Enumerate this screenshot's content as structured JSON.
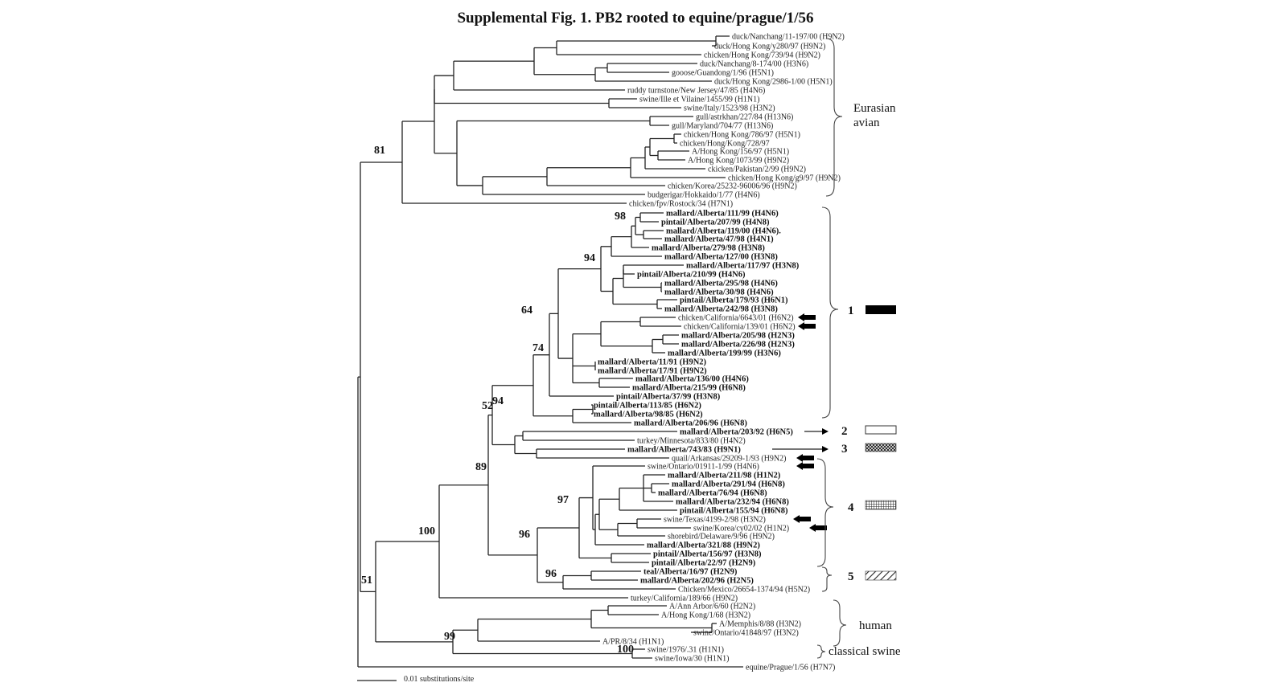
{
  "title": "Supplemental Fig. 1.  PB2 rooted to equine/prague/1/56",
  "scale_bar": {
    "label": "0.01 substitutions/site"
  },
  "leaves": [
    {
      "id": "L0",
      "label": "duck/Nanchang/11-197/00 (H9N2)",
      "bold": false
    },
    {
      "id": "L1",
      "label": "duck/Hong Kong/y280/97 (H9N2)",
      "bold": false
    },
    {
      "id": "L2",
      "label": "chicken/Hong Kong/739/94 (H9N2)",
      "bold": false
    },
    {
      "id": "L3",
      "label": "duck/Nanchang/8-174/00 (H3N6)",
      "bold": false
    },
    {
      "id": "L4",
      "label": "gooose/Guandong/1/96 (H5N1)",
      "bold": false
    },
    {
      "id": "L5",
      "label": "duck/Hong Kong/2986-1/00 (H5N1)",
      "bold": false
    },
    {
      "id": "L6",
      "label": "ruddy turnstone/New Jersey/47/85 (H4N6)",
      "bold": false
    },
    {
      "id": "L7",
      "label": "swine/Ille et Vilaine/1455/99 (H1N1)",
      "bold": false
    },
    {
      "id": "L8",
      "label": "swine/Italy/1523/98 (H3N2)",
      "bold": false
    },
    {
      "id": "L9",
      "label": "gull/astrkhan/227/84 (H13N6)",
      "bold": false
    },
    {
      "id": "L10",
      "label": "gull/Maryland/704/77 (H13N6)",
      "bold": false
    },
    {
      "id": "L11",
      "label": "chicken/Hong Kong/786/97 (H5N1)",
      "bold": false
    },
    {
      "id": "L12",
      "label": "chicken/Hong/Kong/728/97",
      "bold": false
    },
    {
      "id": "L13",
      "label": "A/Hong Kong/156/97 (H5N1)",
      "bold": false
    },
    {
      "id": "L14",
      "label": "A/Hong Kong/1073/99 (H9N2)",
      "bold": false
    },
    {
      "id": "L15",
      "label": "ckicken/Pakistan/2/99 (H9N2)",
      "bold": false
    },
    {
      "id": "L16",
      "label": "chicken/Hong Kong/g9/97 (H9N2)",
      "bold": false
    },
    {
      "id": "L17",
      "label": "chicken/Korea/25232-96006/96 (H9N2)",
      "bold": false
    },
    {
      "id": "L18",
      "label": "budgerigar/Hokkaido/1/77 (H4N6)",
      "bold": false
    },
    {
      "id": "L19",
      "label": "chicken/fpv/Rostock/34 (H7N1)",
      "bold": false
    },
    {
      "id": "L20",
      "label": "mallard/Alberta/111/99 (H4N6)",
      "bold": true
    },
    {
      "id": "L21",
      "label": "pintail/Alberta/207/99 (H4N8)",
      "bold": true
    },
    {
      "id": "L22",
      "label": "mallard/Alberta/119/00 (H4N6).",
      "bold": true
    },
    {
      "id": "L23",
      "label": "mallard/Alberta/47/98 (H4N1)",
      "bold": true
    },
    {
      "id": "L24",
      "label": "mallard/Alberta/279/98 (H3N8)",
      "bold": true
    },
    {
      "id": "L25",
      "label": "mallard/Alberta/127/00 (H3N8)",
      "bold": true
    },
    {
      "id": "L26",
      "label": "mallard/Alberta/117/97 (H3N8)",
      "bold": true
    },
    {
      "id": "L27",
      "label": "pintail/Alberta/210/99 (H4N6)",
      "bold": true
    },
    {
      "id": "L28",
      "label": "mallard/Alberta/295/98 (H4N6)",
      "bold": true
    },
    {
      "id": "L29",
      "label": "mallard/Alberta/30/98 (H4N6)",
      "bold": true
    },
    {
      "id": "L30",
      "label": "pintail/Alberta/179/93 (H6N1)",
      "bold": true
    },
    {
      "id": "L31",
      "label": "mallard/Alberta/242/98 (H3N8)",
      "bold": true
    },
    {
      "id": "L32",
      "label": "chicken/California/6643/01 (H6N2)",
      "bold": false
    },
    {
      "id": "L33",
      "label": "chicken/California/139/01 (H6N2)",
      "bold": false
    },
    {
      "id": "L34",
      "label": "mallard/Alberta/205/98 (H2N3)",
      "bold": true
    },
    {
      "id": "L35",
      "label": "mallard/Alberta/226/98 (H2N3)",
      "bold": true
    },
    {
      "id": "L36",
      "label": "mallard/Alberta/199/99 (H3N6)",
      "bold": true
    },
    {
      "id": "L37",
      "label": "mallard/Alberta/11/91 (H9N2)",
      "bold": true
    },
    {
      "id": "L38",
      "label": "mallard/Alberta/17/91 (H9N2)",
      "bold": true
    },
    {
      "id": "L39",
      "label": "mallard/Alberta/136/00 (H4N6)",
      "bold": true
    },
    {
      "id": "L40",
      "label": "mallard/Alberta/215/99 (H6N8)",
      "bold": true
    },
    {
      "id": "L41",
      "label": "pintail/Alberta/37/99 (H3N8)",
      "bold": true
    },
    {
      "id": "L42",
      "label": "pintail/Alberta/113/85 (H6N2)",
      "bold": true
    },
    {
      "id": "L43",
      "label": "mallard/Alberta/98/85 (H6N2)",
      "bold": true
    },
    {
      "id": "L44",
      "label": "mallard/Alberta/206/96 (H6N8)",
      "bold": true
    },
    {
      "id": "L45",
      "label": "mallard/Alberta/203/92 (H6N5)",
      "bold": true
    },
    {
      "id": "L46",
      "label": "turkey/Minnesota/833/80 (H4N2)",
      "bold": false
    },
    {
      "id": "L47",
      "label": "mallard/Alberta/743/83 (H9N1)",
      "bold": true
    },
    {
      "id": "L48",
      "label": "quail/Arkansas/29209-1/93 (H9N2)",
      "bold": false
    },
    {
      "id": "L49",
      "label": "swine/Ontario/01911-1/99 (H4N6)",
      "bold": false
    },
    {
      "id": "L50",
      "label": "mallard/Alberta/211/98 (H1N2)",
      "bold": true
    },
    {
      "id": "L51",
      "label": "mallard/Alberta/291/94 (H6N8)",
      "bold": true
    },
    {
      "id": "L52",
      "label": "mallard/Alberta/76/94 (H6N8)",
      "bold": true
    },
    {
      "id": "L53",
      "label": "mallard/Alberta/232/94 (H6N8)",
      "bold": true
    },
    {
      "id": "L54",
      "label": "pintail/Alberta/155/94 (H6N8)",
      "bold": true
    },
    {
      "id": "L55",
      "label": "swine/Texas/4199-2/98 (H3N2)",
      "bold": false
    },
    {
      "id": "L56",
      "label": "swine/Korea/cy02/02 (H1N2)",
      "bold": false
    },
    {
      "id": "L57",
      "label": "shorebird/Delaware/9/96 (H9N2)",
      "bold": false
    },
    {
      "id": "L58",
      "label": "mallard/Alberta/321/88 (H9N2)",
      "bold": true
    },
    {
      "id": "L59",
      "label": "pintail/Alberta/156/97 (H3N8)",
      "bold": true
    },
    {
      "id": "L60",
      "label": "pintail/Alberta/22/97 (H2N9)",
      "bold": true
    },
    {
      "id": "L61",
      "label": "teal/Alberta/16/97 (H2N9)",
      "bold": true
    },
    {
      "id": "L62",
      "label": "mallard/Alberta/202/96 (H2N5)",
      "bold": true
    },
    {
      "id": "L63",
      "label": "Chicken/Mexico/26654-1374/94 (H5N2)",
      "bold": false
    },
    {
      "id": "L64",
      "label": "turkey/California/189/66 (H9N2)",
      "bold": false
    },
    {
      "id": "L65",
      "label": "A/Ann Arbor/6/60 (H2N2)",
      "bold": false
    },
    {
      "id": "L66",
      "label": "A/Hong Kong/1/68 (H3N2)",
      "bold": false
    },
    {
      "id": "L67",
      "label": "A/Memphis/8/88 (H3N2)",
      "bold": false
    },
    {
      "id": "L68",
      "label": "swine/Ontario/41848/97 (H3N2)",
      "bold": false
    },
    {
      "id": "L69",
      "label": "A/PR/8/34 (H1N1)",
      "bold": false
    },
    {
      "id": "L70",
      "label": "swine/1976/.31 (H1N1)",
      "bold": false
    },
    {
      "id": "L71",
      "label": "swine/Iowa/30 (H1N1)",
      "bold": false
    },
    {
      "id": "L72",
      "label": "equine/Prague/1/56 (H7N7)",
      "bold": false
    }
  ],
  "bootstrap_values": [
    "81",
    "98",
    "94",
    "64",
    "74",
    "94",
    "52",
    "89",
    "97",
    "100",
    "96",
    "96",
    "51",
    "99",
    "100"
  ],
  "groups": [
    {
      "name": "eurasian-avian",
      "label_line1": "Eurasian",
      "label_line2": "avian"
    },
    {
      "name": "group-1",
      "label": "1",
      "pattern": "solid"
    },
    {
      "name": "group-2",
      "label": "2",
      "pattern": "empty"
    },
    {
      "name": "group-3",
      "label": "3",
      "pattern": "crosshatch"
    },
    {
      "name": "group-4",
      "label": "4",
      "pattern": "grid"
    },
    {
      "name": "group-5",
      "label": "5",
      "pattern": "diagonal"
    },
    {
      "name": "human",
      "label": "human"
    },
    {
      "name": "classical-swine",
      "label": "classical swine"
    }
  ],
  "markers": {
    "new_isolate_arrows": [
      "L32",
      "L33",
      "L48",
      "L49",
      "L55",
      "L56"
    ],
    "pointer_arrows": [
      "L45",
      "L47"
    ]
  }
}
